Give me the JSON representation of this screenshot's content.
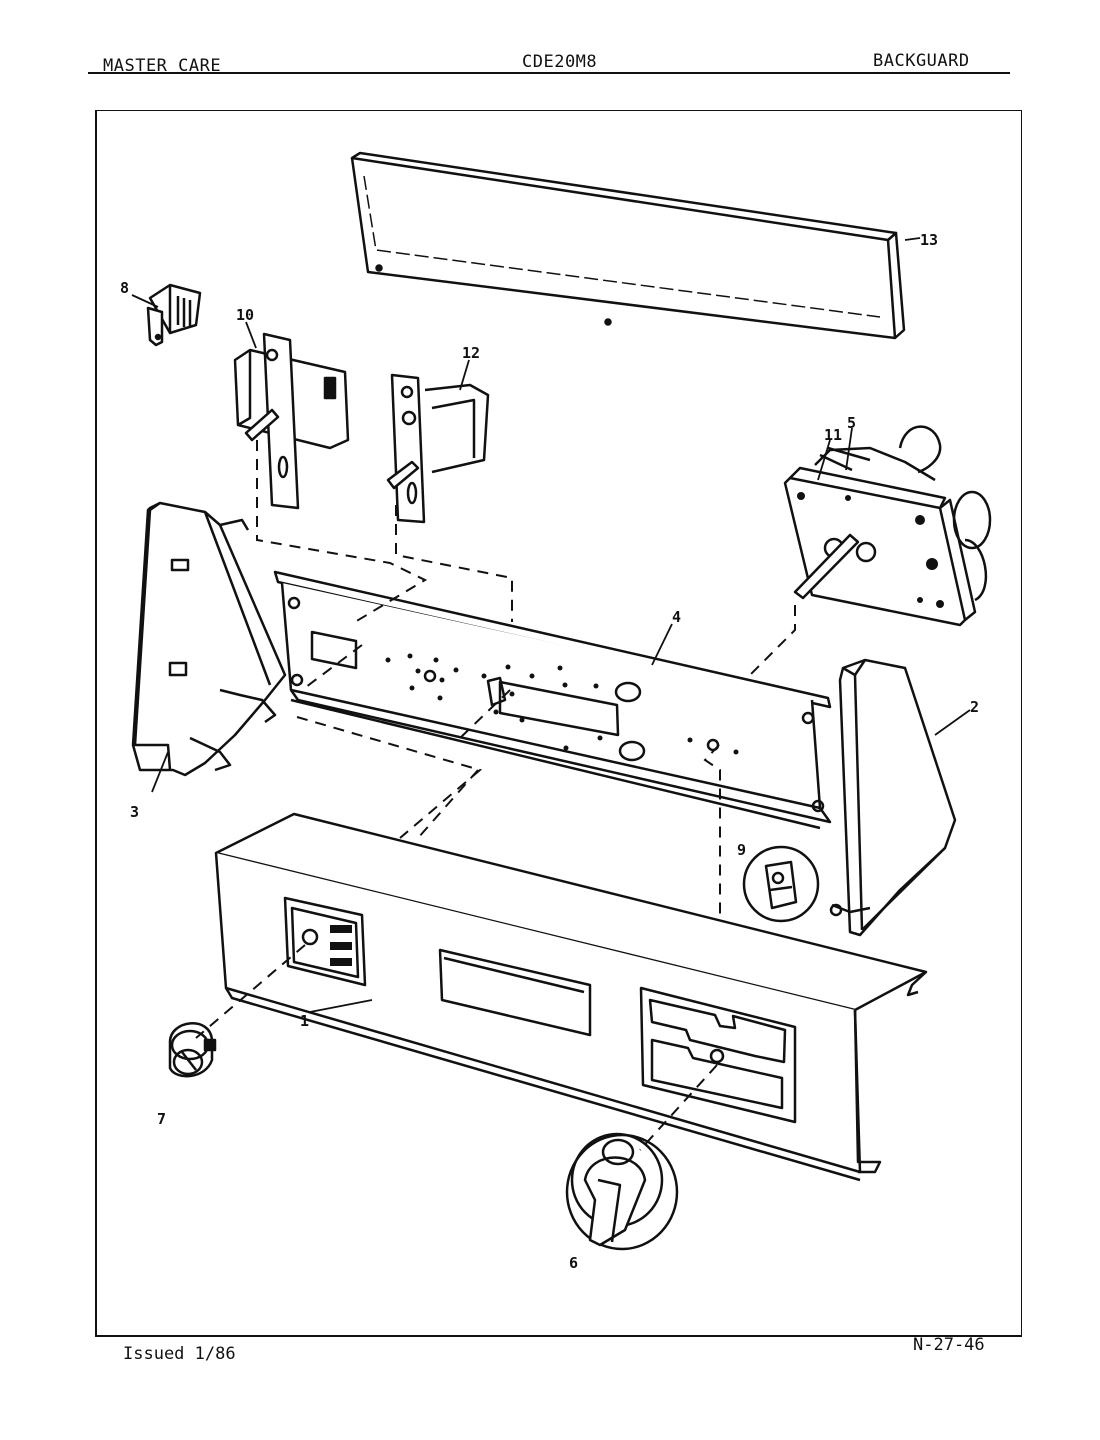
{
  "header": {
    "brand": "MASTER CARE",
    "model": "CDE20M8",
    "section": "BACKGUARD"
  },
  "footer": {
    "issued": "Issued 1/86",
    "page_code": "N-27-46"
  },
  "callouts": {
    "c1": "1",
    "c2": "2",
    "c3": "3",
    "c4": "4",
    "c5": "5",
    "c6": "6",
    "c7": "7",
    "c8": "8",
    "c9": "9",
    "c10": "10",
    "c11": "11",
    "c12": "12",
    "c13": "13"
  },
  "colors": {
    "ink": "#111111",
    "paper": "#ffffff"
  }
}
